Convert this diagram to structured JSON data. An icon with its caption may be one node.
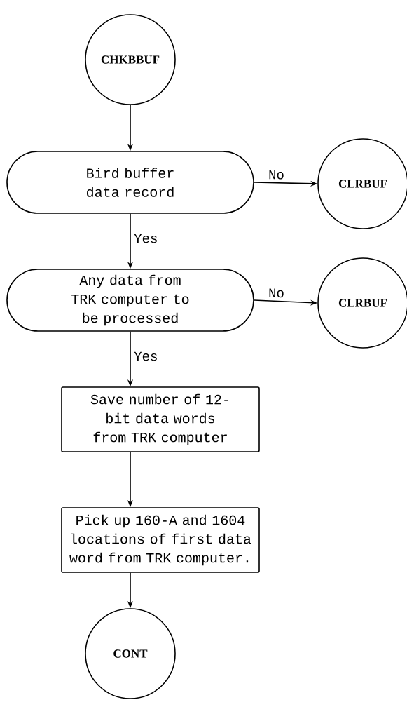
{
  "diagram": {
    "nodes": [
      {
        "text": [
          "CHKBBUF"
        ]
      },
      {
        "text": [
          "Bird buffer data record"
        ]
      },
      {
        "text": [
          "CLRBUF"
        ]
      },
      {
        "text": [
          "Any data from TRK computer to be processed"
        ]
      },
      {
        "text": [
          "CLRBUF"
        ]
      },
      {
        "text": [
          "Save number of 12-bit data words from TRK computer"
        ]
      },
      {
        "text": [
          "Pick up 160-A and 1604 locations of first data word from TRK computer."
        ]
      },
      {
        "text": [
          "CONT"
        ]
      }
    ],
    "edges": [
      {
        "from": 0,
        "to": 1,
        "arrow": "to"
      },
      {
        "from": 1,
        "to": 2,
        "arrow": "to",
        "label": "No"
      },
      {
        "from": 1,
        "to": 3,
        "arrow": "to",
        "label": "Yes"
      },
      {
        "from": 3,
        "to": 4,
        "arrow": "to",
        "label": "No"
      },
      {
        "from": 3,
        "to": 5,
        "arrow": "to",
        "label": "Yes"
      },
      {
        "from": 5,
        "to": 6,
        "arrow": "to"
      },
      {
        "from": 6,
        "to": 7,
        "arrow": "to"
      }
    ]
  }
}
